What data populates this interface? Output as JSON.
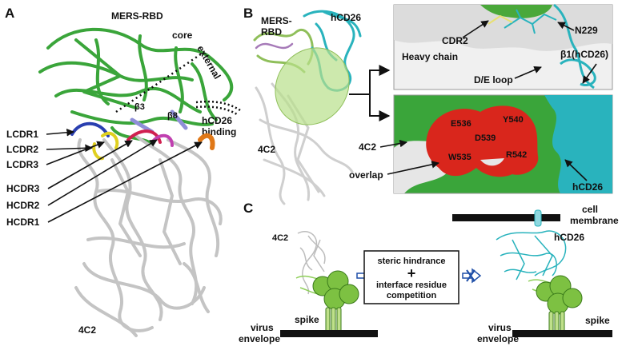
{
  "panels": {
    "a": "A",
    "b": "B",
    "c": "C"
  },
  "panel_a": {
    "title": "MERS-RBD",
    "core": "core",
    "external": "external",
    "beta3": "β3",
    "beta8": "β8",
    "hcd26_binding_line1": "hCD26",
    "hcd26_binding_line2": "binding",
    "cdr_labels": [
      "LCDR1",
      "LCDR2",
      "LCDR3",
      "HCDR3",
      "HCDR2",
      "HCDR1"
    ],
    "antibody": "4C2"
  },
  "panel_b": {
    "mers_line1": "MERS-",
    "mers_line2": "RBD",
    "hcd26": "hCD26",
    "antibody": "4C2",
    "top_inset": {
      "cdr2": "CDR2",
      "n229": "N229",
      "heavy_chain": "Heavy chain",
      "de_loop": "D/E loop",
      "beta1": "β1(hCD26)"
    },
    "bottom_inset": {
      "residues": [
        "E536",
        "Y540",
        "D539",
        "W535",
        "R542"
      ],
      "antibody": "4C2",
      "overlap": "overlap",
      "hcd26": "hCD26"
    }
  },
  "panel_c": {
    "antibody": "4C2",
    "box_line1": "steric hindrance",
    "box_plus": "+",
    "box_line2": "interface residue",
    "box_line3": "competition",
    "cell_line1": "cell",
    "cell_line2": "membrane",
    "hcd26": "hCD26",
    "spike_left": "spike",
    "spike_right": "spike",
    "virus_left_line1": "virus",
    "virus_left_line2": "envelope",
    "virus_right_line1": "virus",
    "virus_right_line2": "envelope"
  },
  "colors": {
    "rbd_green": "#3aa53a",
    "light_green": "#b8e08a",
    "cyan": "#29b3bd",
    "red": "#d9261c",
    "antibody_gray": "#c8c8c8",
    "arrow_blue": "#1f4fa8",
    "lcdr1": "#2a3fb0",
    "lcdr2": "#e0d020",
    "lcdr3": "#e0d020",
    "hcdr3": "#d02050",
    "hcdr2": "#c040b0",
    "hcdr1": "#e07818"
  }
}
